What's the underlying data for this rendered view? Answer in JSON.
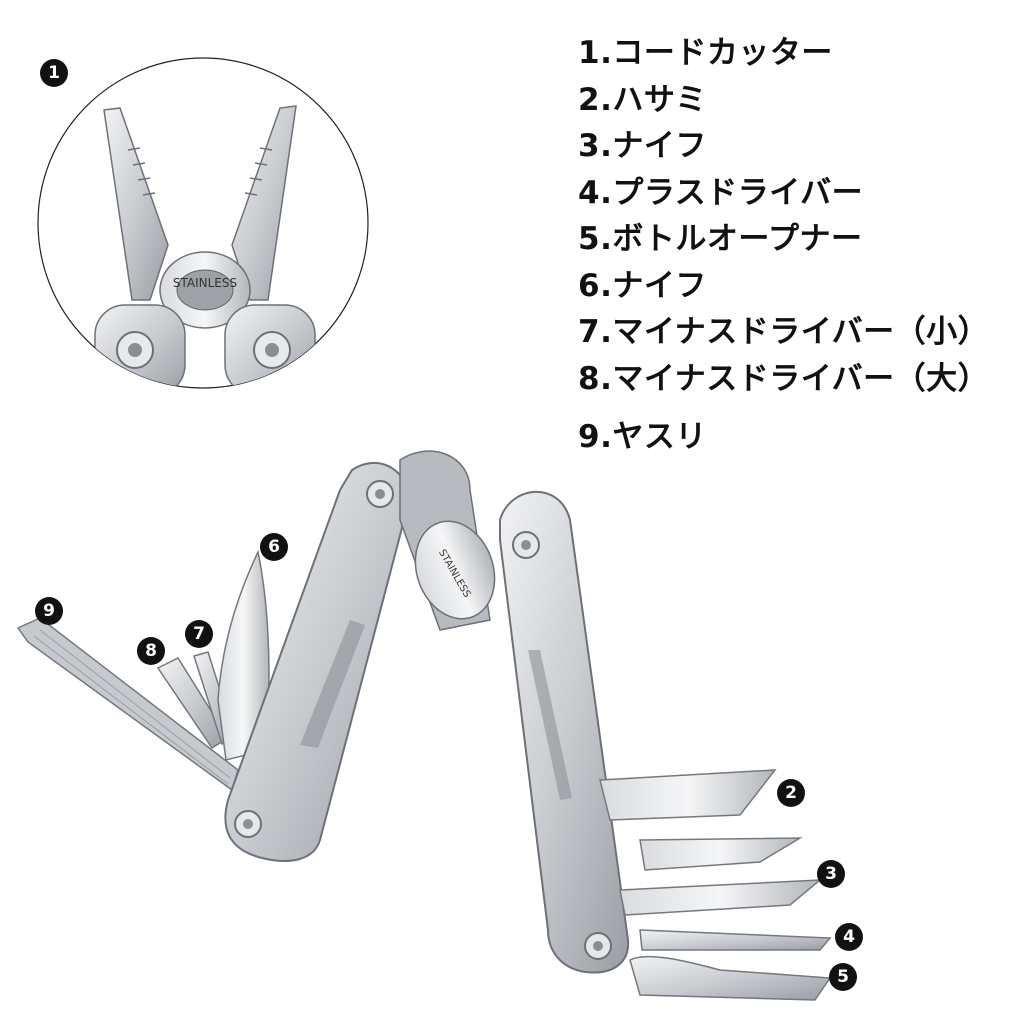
{
  "tools": [
    {
      "num": "1",
      "label": "1.コードカッター"
    },
    {
      "num": "2",
      "label": "2.ハサミ"
    },
    {
      "num": "3",
      "label": "3.ナイフ"
    },
    {
      "num": "4",
      "label": "4.プラスドライバー"
    },
    {
      "num": "5",
      "label": "5.ボトルオープナー"
    },
    {
      "num": "6",
      "label": "6.ナイフ"
    },
    {
      "num": "7",
      "label": "7.マイナスドライバー（小）"
    },
    {
      "num": "8",
      "label": "8.マイナスドライバー（大）"
    },
    {
      "num": "9",
      "label": "9.ヤスリ"
    }
  ],
  "badges": {
    "b1": "1",
    "b2": "2",
    "b3": "3",
    "b4": "4",
    "b5": "5",
    "b6": "6",
    "b7": "7",
    "b8": "8",
    "b9": "9"
  },
  "engraving": "STAINLESS",
  "colors": {
    "steel_light": "#e4e6e8",
    "steel_mid": "#b9bcc0",
    "steel_dark": "#7c8086",
    "badge": "#111111"
  }
}
